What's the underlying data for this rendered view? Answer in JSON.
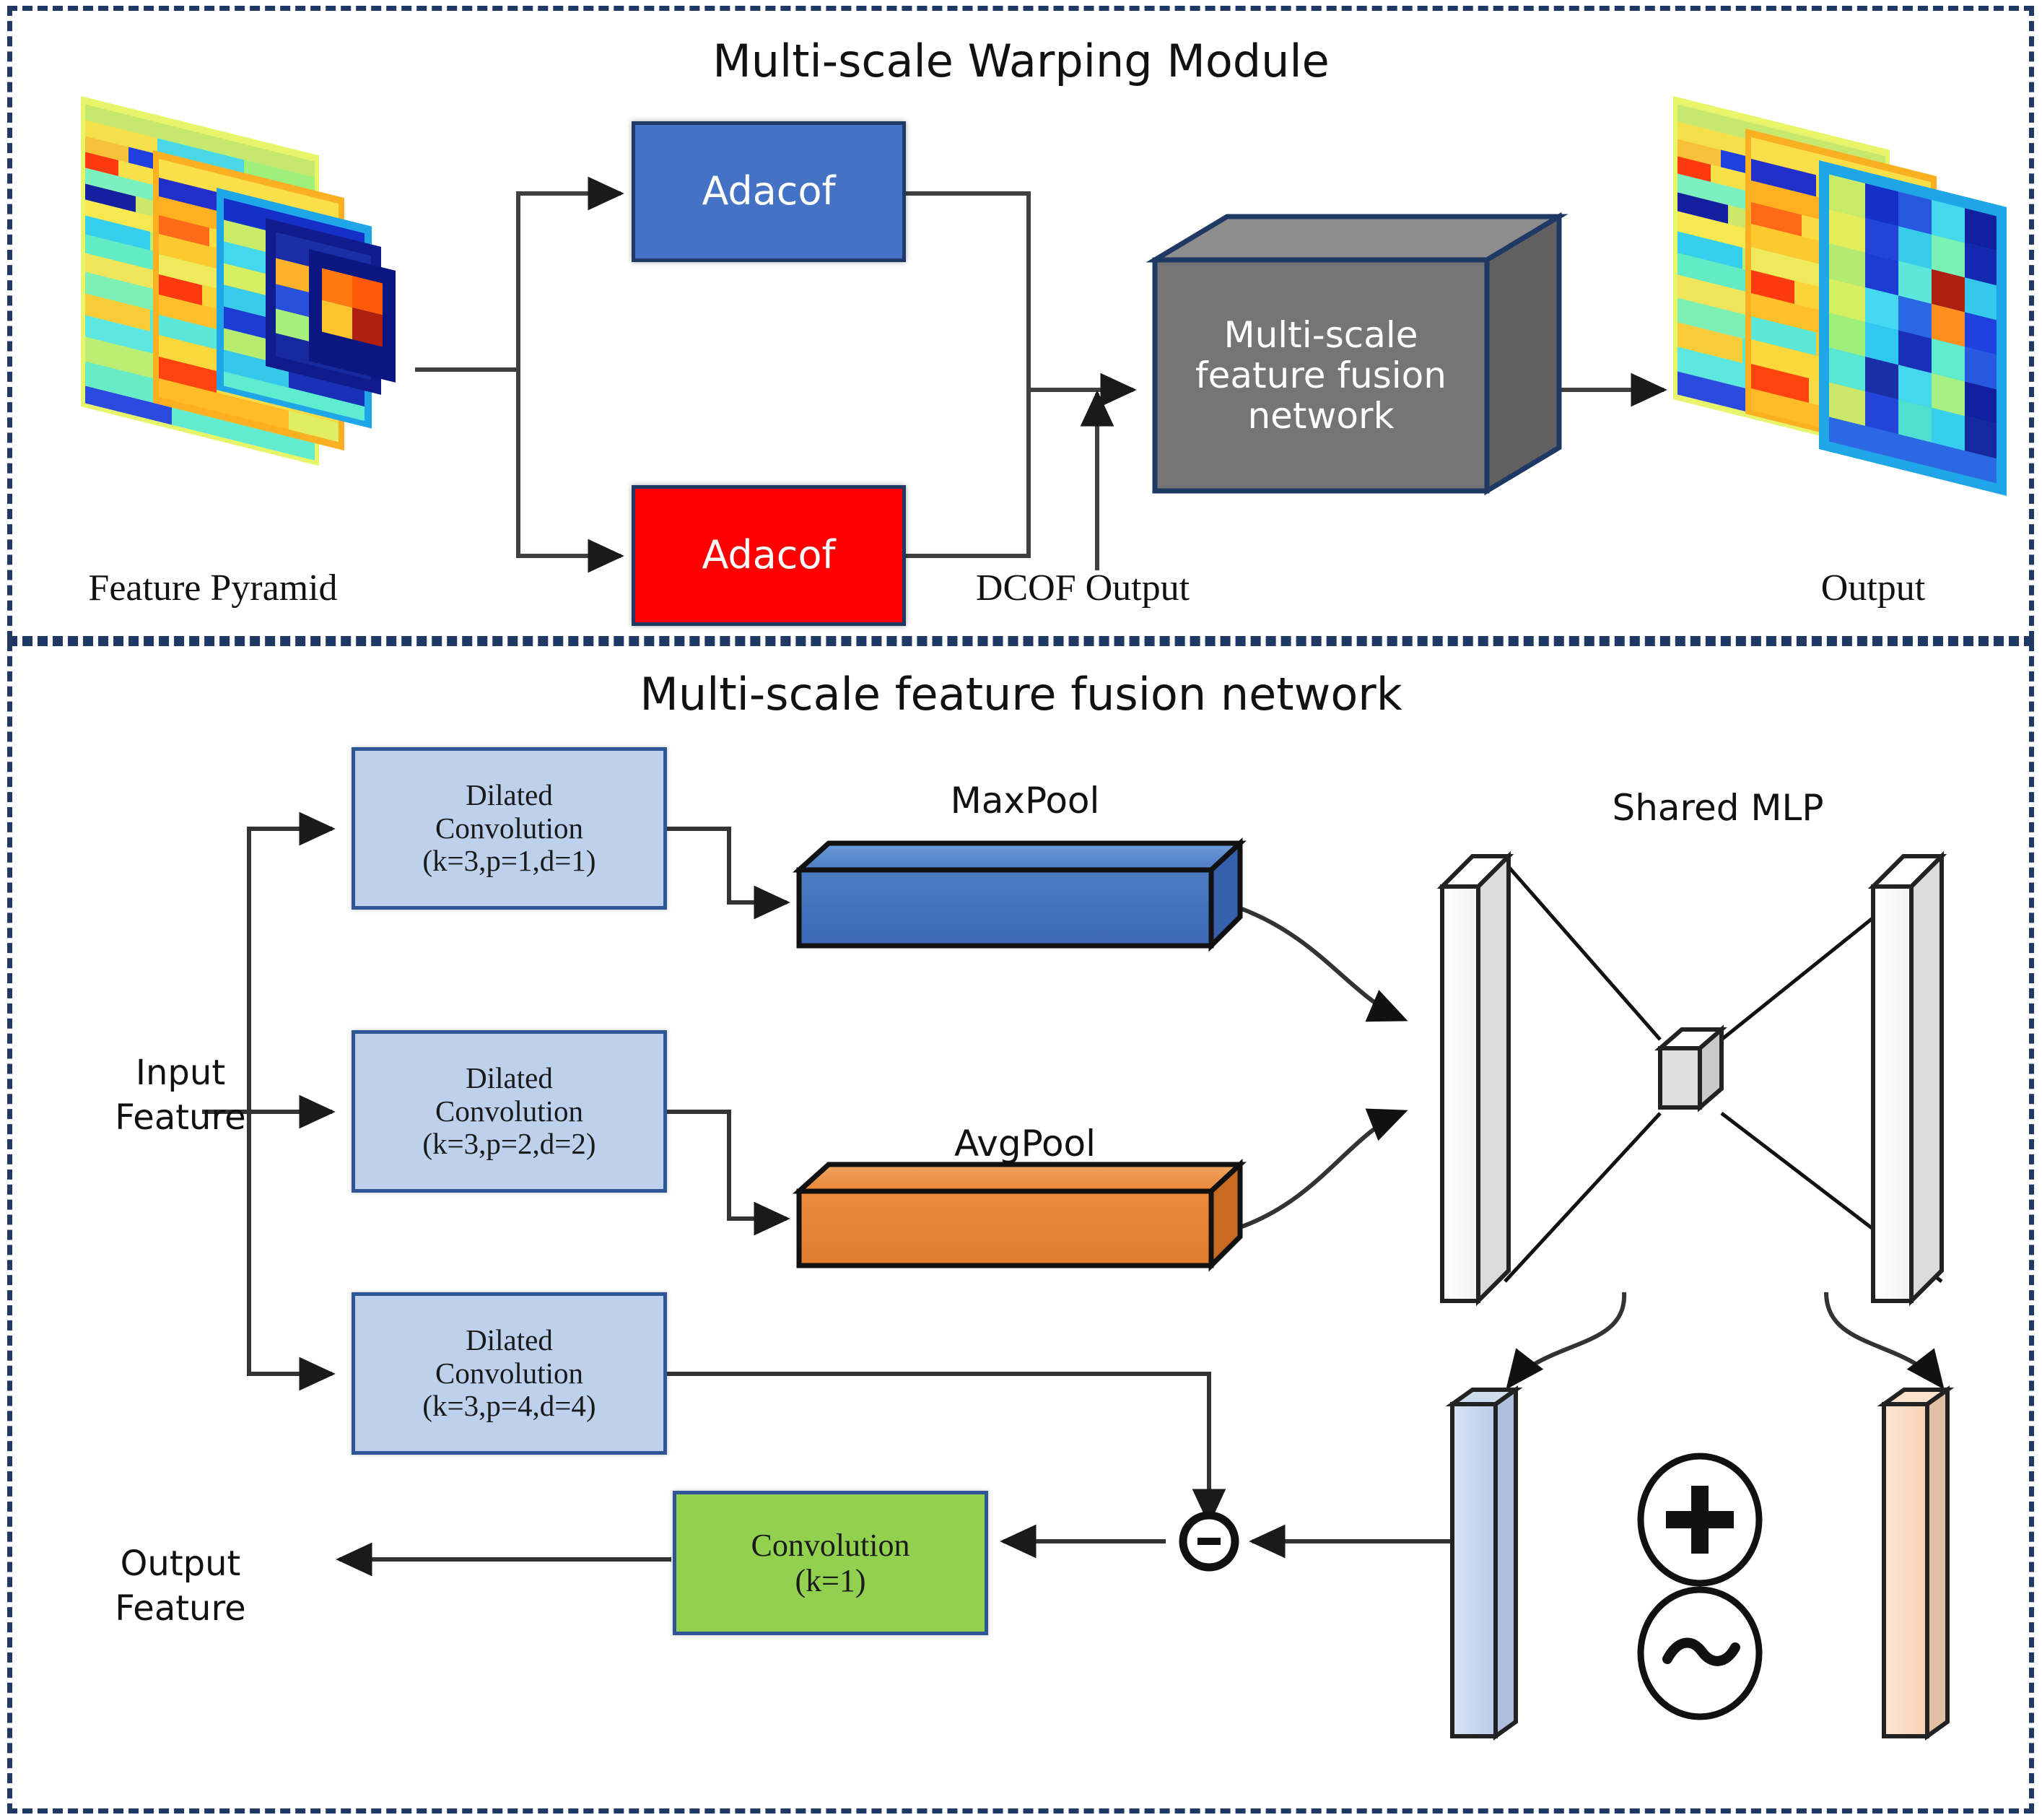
{
  "figure": {
    "top_section": {
      "title": "Multi-scale Warping Module",
      "input_label": "Feature Pyramid",
      "blocks": [
        {
          "name": "adacof-blue",
          "label": "Adacof",
          "color": "#4472C4"
        },
        {
          "name": "adacof-red",
          "label": "Adacof",
          "color": "#FF0000"
        }
      ],
      "dcof_label": "DCOF Output",
      "fusion_cube": {
        "label": "Multi-scale\nfeature fusion\nnetwork",
        "color": "#757575"
      },
      "output_label": "Output"
    },
    "bottom_section": {
      "title": "Multi-scale feature fusion network",
      "input_label": "Input\nFeature",
      "output_label": "Output\nFeature",
      "dilated_convs": [
        {
          "line1": "Dilated",
          "line2": "Convolution",
          "params": "(k=3,p=1,d=1)"
        },
        {
          "line1": "Dilated",
          "line2": "Convolution",
          "params": "(k=3,p=2,d=2)"
        },
        {
          "line1": "Dilated",
          "line2": "Convolution",
          "params": "(k=3,p=4,d=4)"
        }
      ],
      "pools": [
        {
          "name": "maxpool",
          "label": "MaxPool",
          "color": "#4472C4"
        },
        {
          "name": "avgpool",
          "label": "AvgPool",
          "color": "#E8863A"
        }
      ],
      "mlp_label": "Shared MLP",
      "conv": {
        "line1": "Convolution",
        "line2": "(k=1)",
        "color": "#92D050"
      },
      "operators": [
        {
          "name": "plus-operator",
          "symbol": "+"
        },
        {
          "name": "sigmoid-operator",
          "symbol": "~"
        },
        {
          "name": "minus-operator",
          "symbol": "-"
        }
      ],
      "attention_bars": [
        {
          "name": "channel-attention-bar-blue",
          "color": "#C5D5EE"
        },
        {
          "name": "channel-attention-bar-orange",
          "color": "#FBDCC4"
        }
      ]
    },
    "colors": {
      "panel_border": "#1f3864",
      "box_border": "#2E5596",
      "dilated_fill": "#BDD0EC",
      "conv_fill": "#92D050",
      "adacof_blue": "#4472C4",
      "adacof_red": "#FF0000",
      "cube_fill": "#757575"
    }
  }
}
